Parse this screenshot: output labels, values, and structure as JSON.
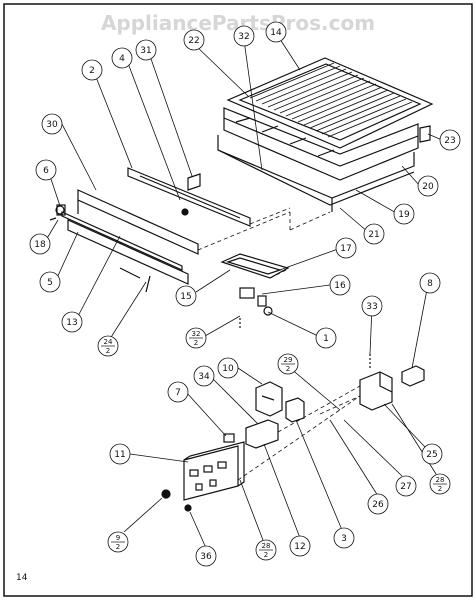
{
  "watermark": "AppliancePartsPros.com",
  "page_number": "14",
  "callouts": {
    "c14": "14",
    "c22": "22",
    "c32": "32",
    "c31": "31",
    "c4": "4",
    "c2": "2",
    "c30": "30",
    "c6a": "6",
    "c18": "18",
    "c5": "5",
    "c13": "13",
    "c24n": "24",
    "c24d": "2",
    "c23": "23",
    "c20": "20",
    "c19": "19",
    "c21": "21",
    "c17": "17",
    "c15": "15",
    "c16": "16",
    "c1": "1",
    "c33": "33",
    "c8": "8",
    "c32bn": "32",
    "c32bd": "2",
    "c29n": "29",
    "c29d": "2",
    "c10": "10",
    "c34": "34",
    "c7": "7",
    "c11": "11",
    "c25": "25",
    "c27": "27",
    "c28n": "28",
    "c28d": "2",
    "c26": "26",
    "c3": "3",
    "c12": "12",
    "c28bn": "28",
    "c28bd": "2",
    "c9n": "9",
    "c9d": "2",
    "c36": "36"
  }
}
